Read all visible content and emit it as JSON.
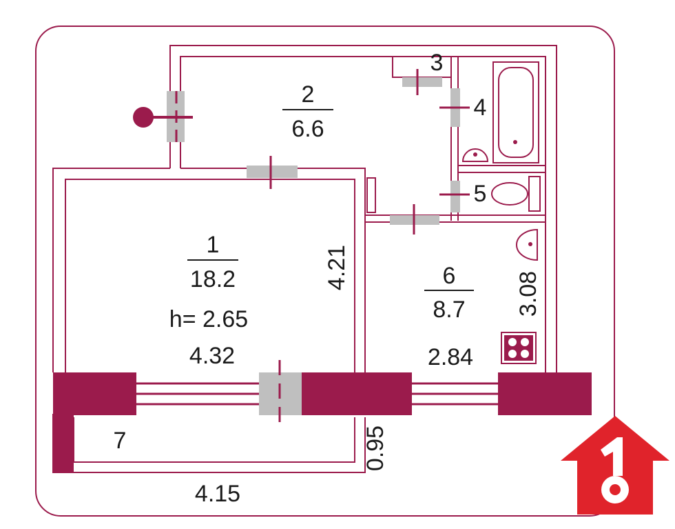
{
  "rooms": [
    {
      "number": "1",
      "area": "18.2",
      "height": "h= 2.65",
      "width": "4.32",
      "length": "4.21"
    },
    {
      "number": "2",
      "area": "6.6"
    },
    {
      "number": "3"
    },
    {
      "number": "4"
    },
    {
      "number": "5"
    },
    {
      "number": "6",
      "area": "8.7",
      "width": "2.84",
      "length": "3.08"
    },
    {
      "number": "7",
      "width": "4.15",
      "depth": "0.95"
    }
  ],
  "colors": {
    "wall": "#9b1b4c",
    "outline": "#9b1b4c",
    "door_gray": "#bfbfbf",
    "logo_red": "#e0232b"
  },
  "icons": [
    "entrance-marker-icon",
    "bathtub-icon",
    "sink-icon",
    "toilet-icon",
    "stove-icon",
    "house-key-logo-icon"
  ]
}
